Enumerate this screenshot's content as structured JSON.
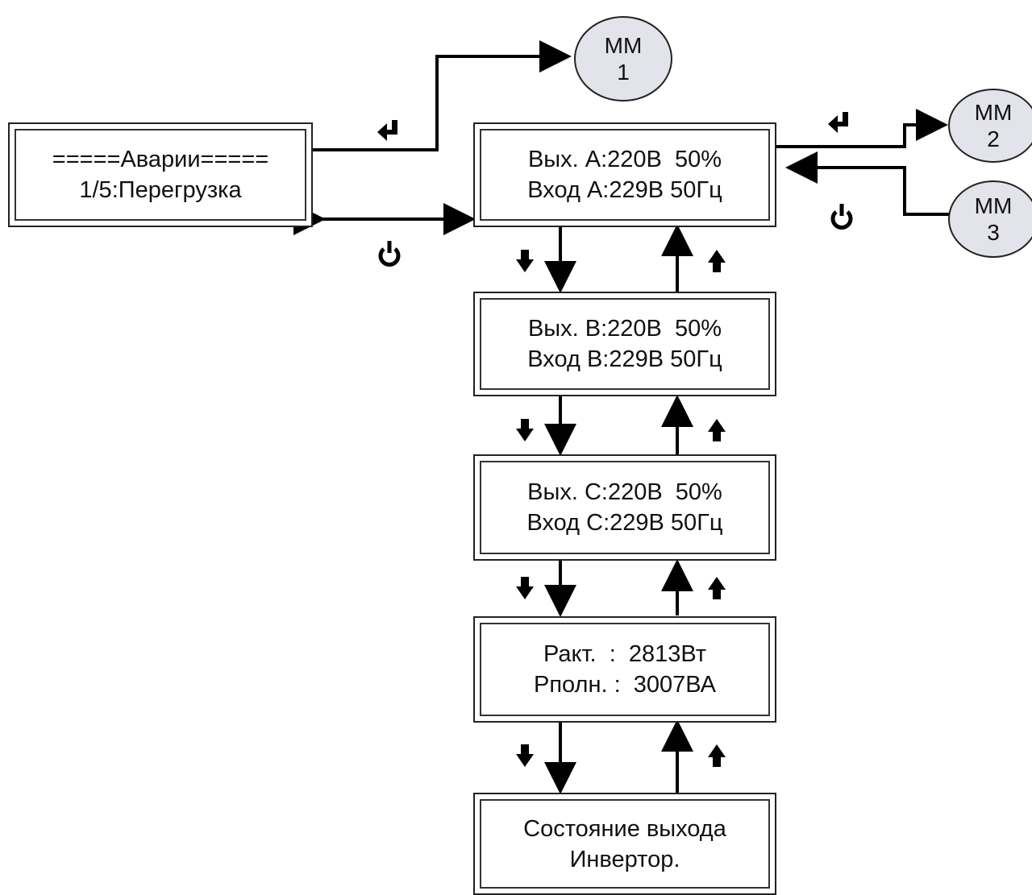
{
  "screens": {
    "alarms": {
      "line1": "=====Аварии=====",
      "line2": "1/5:Перегрузка"
    },
    "phase_a": {
      "line1": "Вых. A:220В  50%",
      "line2": "Вход A:229В 50Гц"
    },
    "phase_b": {
      "line1": "Вых. В:220В  50%",
      "line2": "Вход В:229В 50Гц"
    },
    "phase_c": {
      "line1": "Вых. С:220В  50%",
      "line2": "Вход С:229В 50Гц"
    },
    "power": {
      "line1": "Ракт.  :  2813Вт",
      "line2": "Рполн. :  3007ВА"
    },
    "output_state": {
      "line1": "Состояние выхода",
      "line2": "Инвертор."
    }
  },
  "menus": {
    "mm1": {
      "line1": "ММ",
      "line2": "1"
    },
    "mm2": {
      "line1": "ММ",
      "line2": "2"
    },
    "mm3": {
      "line1": "ММ",
      "line2": "3"
    }
  },
  "icons": {
    "enter": "enter-icon",
    "power": "power-icon",
    "down": "down-arrow-icon",
    "up": "up-arrow-icon"
  },
  "colors": {
    "line": "#000000",
    "circle_fill": "#e3e3ec",
    "border": "#222222"
  }
}
